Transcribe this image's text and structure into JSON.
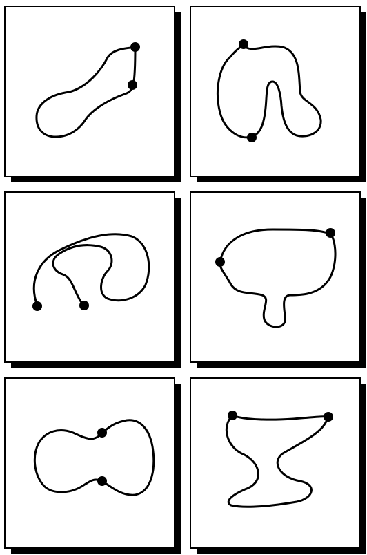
{
  "figure": {
    "panels": [
      {
        "id": "p1",
        "shape": "peanut-diagonal",
        "endpoints": 2
      },
      {
        "id": "p2",
        "shape": "arch-with-lobe",
        "endpoints": 2
      },
      {
        "id": "p3",
        "shape": "spiral-hook",
        "endpoints": 2
      },
      {
        "id": "p4",
        "shape": "blob-with-stem",
        "endpoints": 2
      },
      {
        "id": "p5",
        "shape": "hourglass",
        "endpoints": 2
      },
      {
        "id": "p6",
        "shape": "cup-wave",
        "endpoints": 2
      }
    ],
    "colors": {
      "curve": "#000000",
      "frame": "#000000",
      "shadow": "#000000",
      "background": "#ffffff"
    }
  }
}
